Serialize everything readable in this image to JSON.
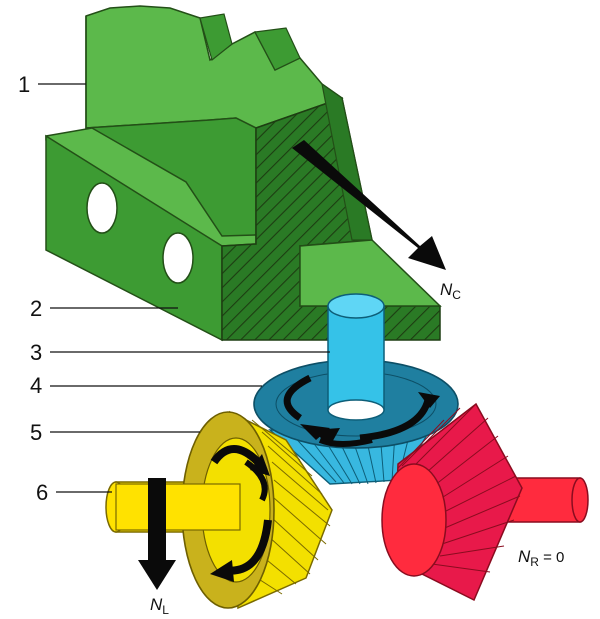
{
  "labels": {
    "l1": "1",
    "l2": "2",
    "l3": "3",
    "l4": "4",
    "l5": "5",
    "l6": "6"
  },
  "forces": {
    "nc": {
      "symbol": "N",
      "sub": "C"
    },
    "nl": {
      "symbol": "N",
      "sub": "L"
    },
    "nr": {
      "symbol": "N",
      "sub": "R",
      "suffix": " = 0"
    }
  },
  "colors": {
    "housing_light": "#5cb94b",
    "housing_mid": "#3d9b33",
    "housing_dark": "#2a7a25",
    "hatch": "#1d3d12",
    "pin": "#35c2e8",
    "pin_dark": "#1a8fb3",
    "spider_top": "#1f7fa0",
    "spider_cone": "#38b8e0",
    "left_gear_face": "#c9b21c",
    "left_gear_cone": "#f3e000",
    "left_shaft": "#ffe200",
    "right_gear": "#e8194a",
    "right_shaft": "#ff2b3e",
    "arrow": "#0a0a0a"
  }
}
